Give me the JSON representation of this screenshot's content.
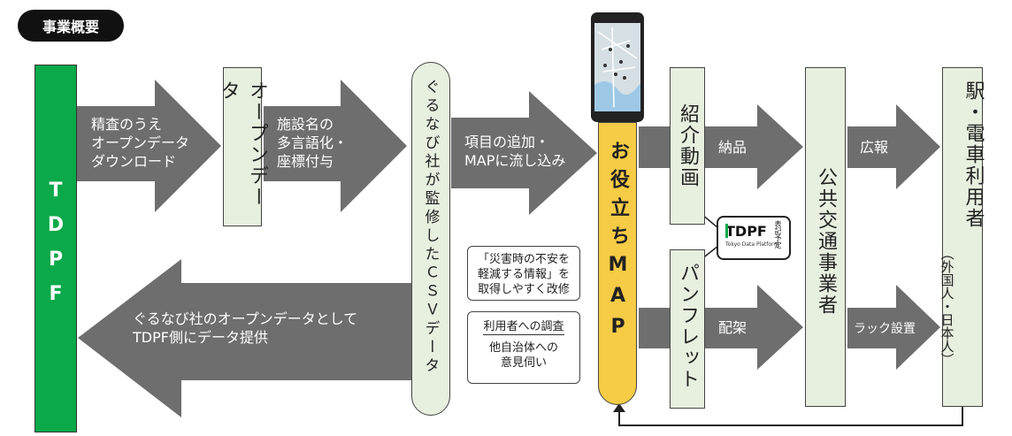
{
  "header": {
    "title": "事業概要"
  },
  "nodes": {
    "tdpf": "TDPF",
    "open_data": "オープンデータ",
    "gurunavi_csv": "ぐるなび社が監修したＣＳＶデータ",
    "map": "お役立ちMAP",
    "video": "紹介動画",
    "pamphlet": "パンフレット",
    "operators": "公共交通事業者",
    "users": "駅・電車利用者",
    "users_note": "（外国人・日本人）"
  },
  "arrows": {
    "download": [
      "精査のうえ",
      "オープンデータ",
      "ダウンロード"
    ],
    "multilingual": [
      "施設名の",
      "多言語化・",
      "座標付与"
    ],
    "add_items": [
      "項目の追加・",
      "MAPに流し込み"
    ],
    "delivery": "納品",
    "ad": "広報",
    "provide": [
      "ぐるなび社のオープンデータとして",
      "TDPF側にデータ提供"
    ],
    "distribution": "配架",
    "rack": "ラック設置"
  },
  "notes": {
    "improve": [
      "「災害時の不安を",
      "軽減する情報」を",
      "取得しやすく改修"
    ],
    "survey_title": "利用者への調査",
    "survey_body": [
      "他自治体への",
      "意見伺い"
    ]
  },
  "logo": {
    "name": "TDPF",
    "sub": "Tokyo Data Platform",
    "tag": "表記予定"
  },
  "colors": {
    "tdpf_green": "#0aa94a",
    "map_yellow": "#f6cb45",
    "box_fill": "#e7efdf",
    "arrow_gray": "#6e6e6e"
  }
}
